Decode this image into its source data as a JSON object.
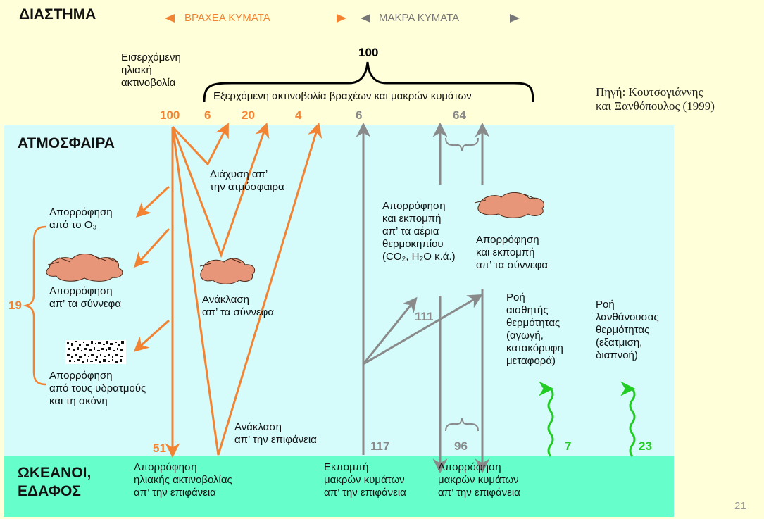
{
  "header": {
    "space": "ΔΙΑΣΤΗΜΑ",
    "short_waves": "◄ ΒΡΑΧΕΑ ΚΥΜΑΤΑ ►",
    "long_waves": "◄ ΜΑΚΡΑ ΚΥΜΑΤΑ ►"
  },
  "top": {
    "incoming": "Εισερχόμενη\nηλιακή\nακτινοβολία",
    "total": "100",
    "outgoing": "Εξερχόμενη ακτινοβολία βραχέων και μακρών κυμάτων",
    "source": "Πηγή: Κουτσογιάννης\nκαι Ξανθόπουλος (1999)"
  },
  "numbers": {
    "incoming": "100",
    "diffusion": "6",
    "cloud_reflect": "20",
    "surface_reflect": "4",
    "longwave_surface": "6",
    "longwave_atmo": "64",
    "surface_absorbed": "51",
    "emission": "117",
    "back_radiation": "96",
    "exchange": "111",
    "sensible": "7",
    "latent": "23",
    "left_group": "19"
  },
  "regions": {
    "atmosphere": "ΑΤΜΟΣΦΑΙΡΑ",
    "ocean": "ΩΚΕΑΝΟΙ,\nΕΔΑΦΟΣ"
  },
  "labels": {
    "diffusion": "Διάχυση απ’\nτην ατμόσφαιρα",
    "abs_o3": "Απορρόφηση\nαπό το O₃",
    "abs_clouds": "Απορρόφηση\nαπ’ τα σύννεφα",
    "abs_vapor": "Απορρόφηση\nαπό τους υδρατμούς\nκαι τη σκόνη",
    "reflect_clouds": "Ανάκλαση\nαπ’ τα σύννεφα",
    "reflect_surface": "Ανάκλαση\nαπ’ την επιφάνεια",
    "abs_ghg": "Απορρόφηση\nκαι εκπομπή\nαπ’ τα αέρια\nθερμοκηπίου\n(CO₂, H₂O κ.ά.)",
    "abs_emit_clouds": "Απορρόφηση\nκαι εκπομπή\nαπ’ τα σύννεφα",
    "sensible": "Ροή\nαισθητής\nθερμότητας\n(αγωγή,\nκατακόρυφη\nμεταφορά)",
    "latent": "Ροή\nλανθάνουσας\nθερμότητας\n(εξατμιση,\nδιαπνοή)",
    "abs_surface_solar": "Απορρόφηση\nηλιακής ακτινοβολίας\nαπ’ την επιφάνεια",
    "emit_longwave": "Εκπομπή\nμακρών κυμάτων\nαπ’ την επιφάνεια",
    "abs_longwave": "Απορρόφηση\nμακρών κυμάτων\nαπ’ την επιφάνεια"
  },
  "page_number": "21",
  "colors": {
    "shortwave": "#f28333",
    "longwave": "#8a8a8a",
    "heatflux": "#22cc22",
    "atmosphere": "#d5fbfb",
    "ocean": "#66ffcc",
    "background": "#ffffd9",
    "cloud": "#e8967a"
  }
}
